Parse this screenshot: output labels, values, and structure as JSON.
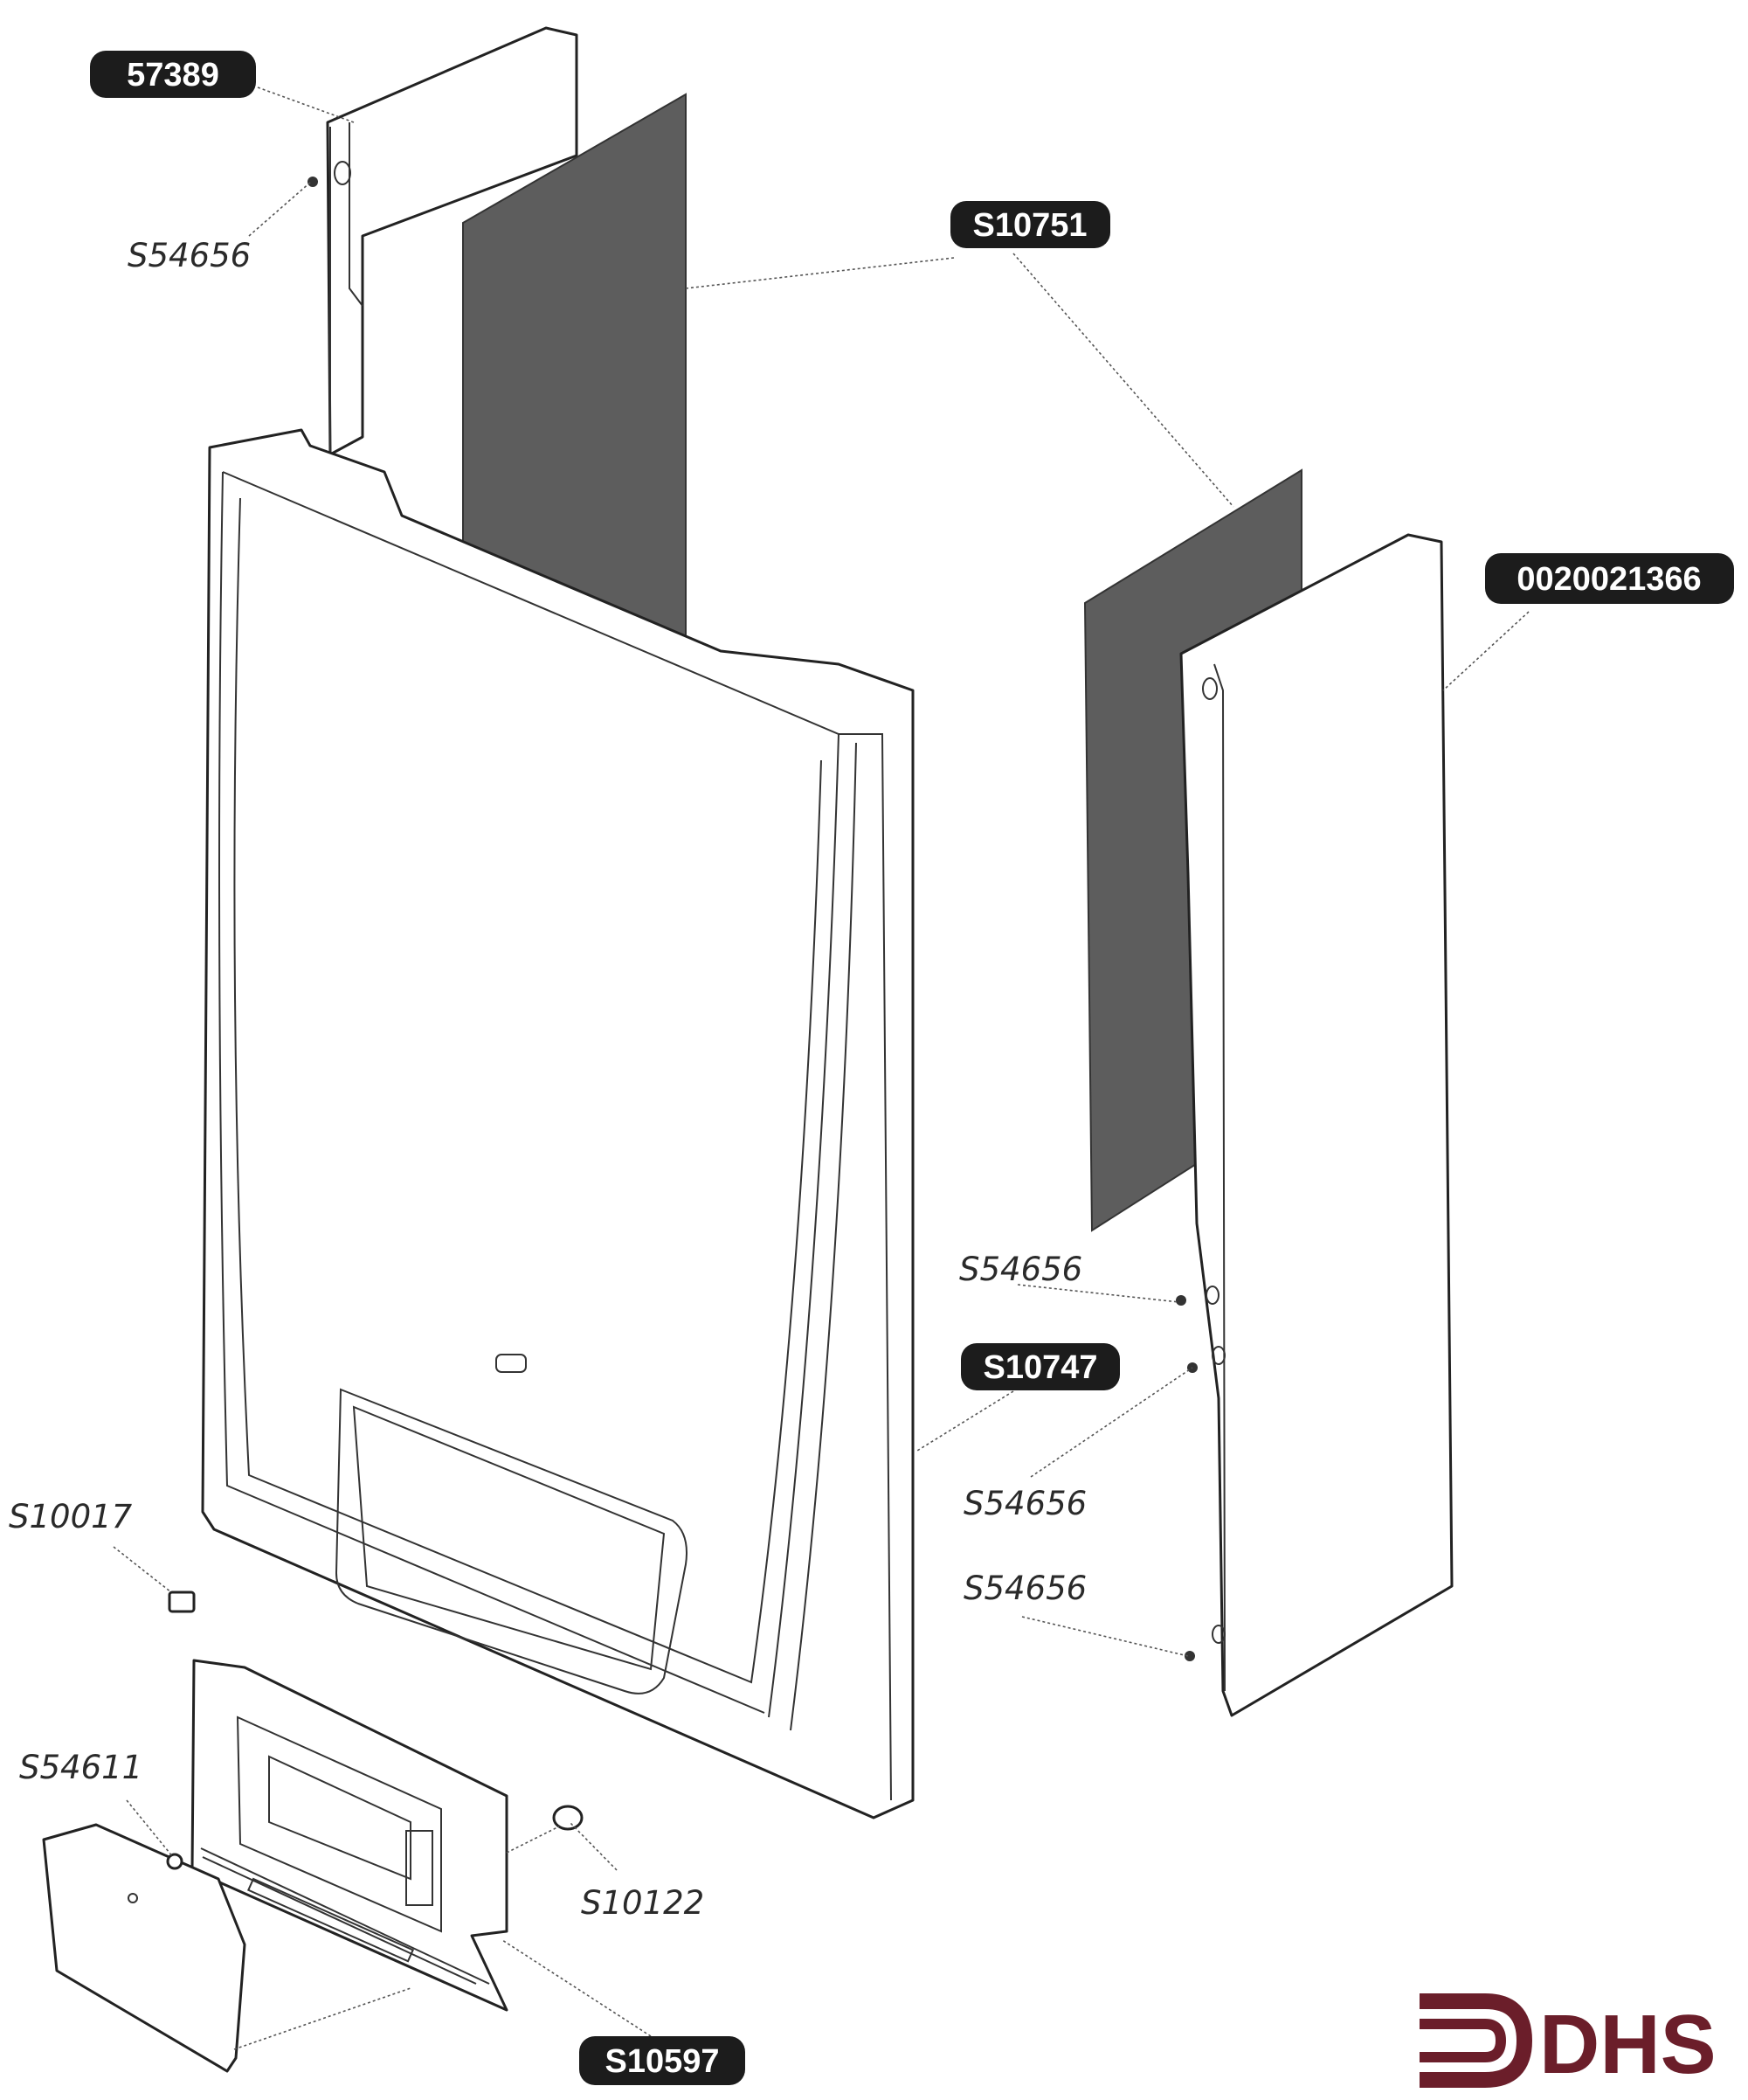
{
  "callouts": {
    "boxed": [
      {
        "id": "57389"
      },
      {
        "id": "S10751"
      },
      {
        "id": "0020021366"
      },
      {
        "id": "S10747"
      },
      {
        "id": "S10597"
      }
    ],
    "plain": [
      {
        "id": "S54656"
      },
      {
        "id": "S54656"
      },
      {
        "id": "S54656"
      },
      {
        "id": "S54656"
      },
      {
        "id": "S10017"
      },
      {
        "id": "S54611"
      },
      {
        "id": "S10122"
      }
    ]
  },
  "logo": {
    "text": "DHS",
    "color": "#6b1e2a"
  },
  "colors": {
    "badge": "#1c1c1c",
    "insulation": "#5d5d5d",
    "line": "#222222"
  }
}
